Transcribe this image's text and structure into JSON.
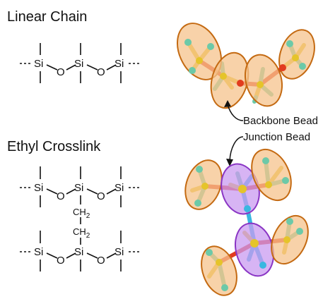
{
  "figure": {
    "linear_title": "Linear Chain",
    "crosslink_title": "Ethyl Crosslink",
    "atoms": {
      "si": "Si",
      "o": "O",
      "ch2": "CH",
      "sub2": "2"
    },
    "labels": {
      "backbone": "Backbone Bead",
      "junction": "Junction Bead"
    }
  },
  "colors": {
    "silicon": "#e5c42a",
    "oxygen": "#e23b1e",
    "methyl": "#6cc9a8",
    "ethyl": "#38b7e0",
    "backbone_bead": "#f6c38c",
    "junction_bead": "#c99bf0"
  }
}
